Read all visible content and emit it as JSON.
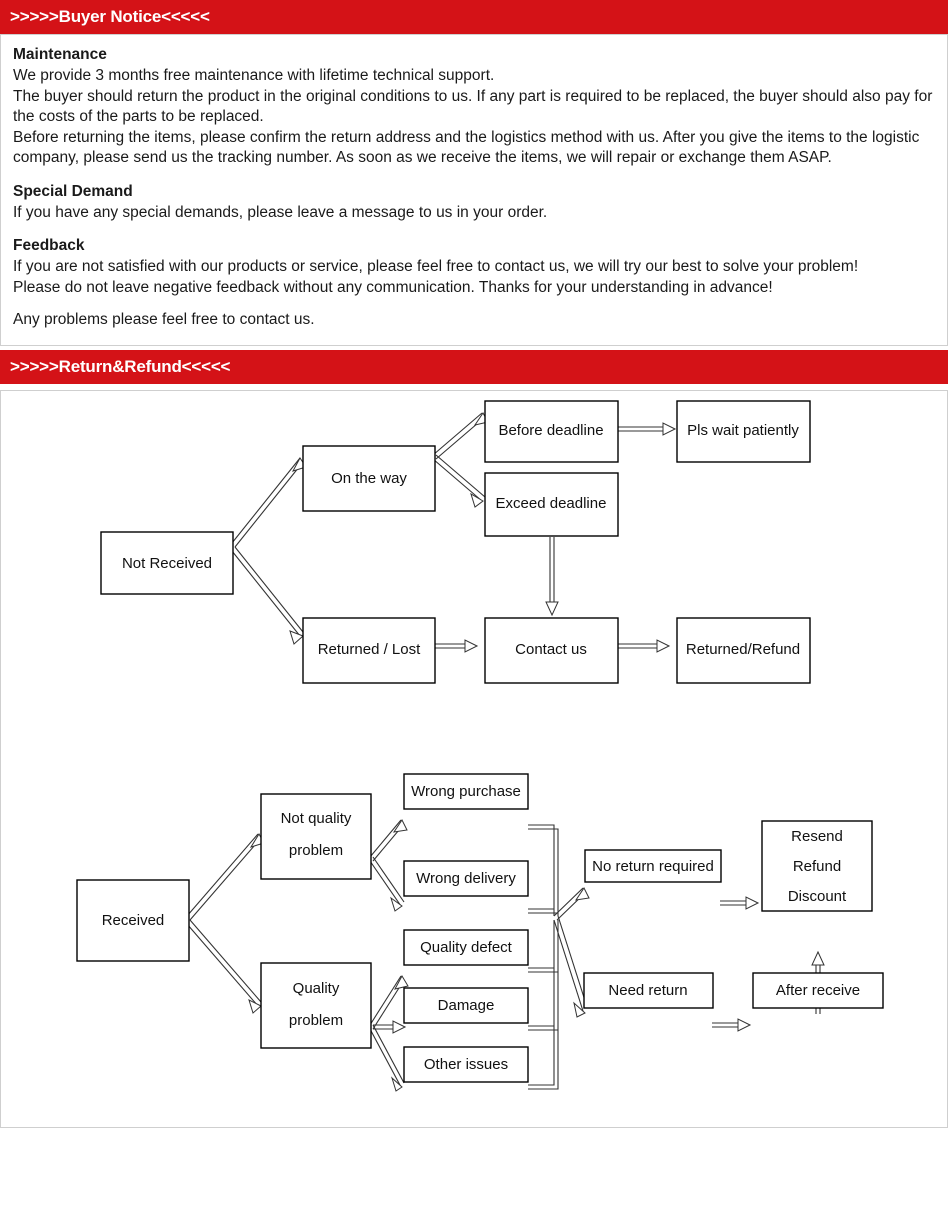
{
  "sections": {
    "buyer_notice": {
      "banner": ">>>>>Buyer Notice<<<<<",
      "blocks": [
        {
          "heading": "Maintenance",
          "lines": [
            "We provide 3 months free maintenance with lifetime technical support.",
            "The buyer should return the product in the original conditions to us. If any part is required to be replaced, the buyer should also pay for the costs of the parts to be replaced.",
            "Before returning the items, please confirm the return address and the logistics method with us. After you give the items to the logistic company, please send us the tracking number.  As soon as we receive the items, we will repair or exchange them ASAP."
          ]
        },
        {
          "heading": "Special Demand",
          "lines": [
            "If you have any special demands, please leave a message to us in your order."
          ]
        },
        {
          "heading": "Feedback",
          "lines": [
            "If you are not satisfied with our products or service, please feel free to contact us, we will try our best to solve your problem!",
            "Please do not leave negative feedback without any communication. Thanks for your understanding in advance!"
          ]
        }
      ],
      "closing": "Any problems please feel free to contact us."
    },
    "return_refund": {
      "banner": ">>>>>Return&Refund<<<<<"
    }
  },
  "diagrams": {
    "not_received_flow": {
      "nodes": {
        "not_received": "Not Received",
        "on_the_way": "On the way",
        "returned_lost": "Returned / Lost",
        "before_deadline": "Before deadline",
        "exceed_deadline": "Exceed deadline",
        "contact_us": "Contact us",
        "pls_wait": "Pls wait patiently",
        "returned_refund": "Returned/Refund"
      }
    },
    "received_flow": {
      "nodes": {
        "received": "Received",
        "not_quality_problem_l1": "Not quality",
        "not_quality_problem_l2": "problem",
        "quality_problem_l1": "Quality",
        "quality_problem_l2": "problem",
        "wrong_purchase": "Wrong purchase",
        "wrong_delivery": "Wrong delivery",
        "quality_defect": "Quality defect",
        "damage": "Damage",
        "other_issues": "Other issues",
        "no_return_required": "No return required",
        "need_return": "Need return",
        "after_receive": "After receive",
        "outcome_l1": "Resend",
        "outcome_l2": "Refund",
        "outcome_l3": "Discount"
      }
    }
  },
  "colors": {
    "banner_bg": "#d41217",
    "banner_text": "#ffffff",
    "panel_border": "#cfcfcf",
    "node_stroke": "#000000",
    "text": "#1a1a1a"
  }
}
